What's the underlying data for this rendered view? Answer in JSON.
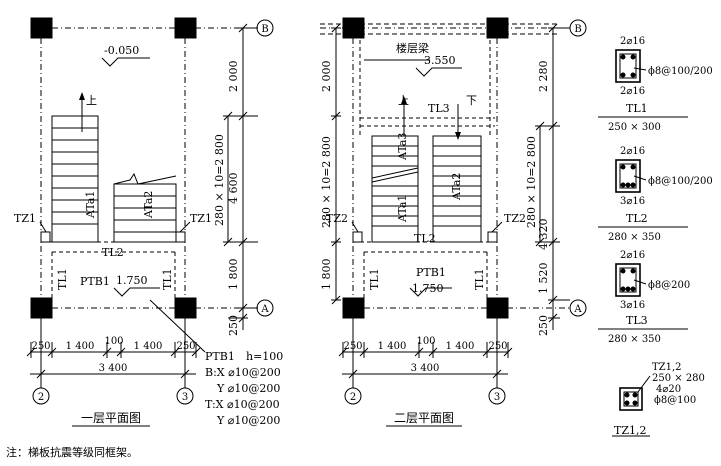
{
  "plan1": {
    "axis_top": "B",
    "axis_bottom": "A",
    "axis_left": "2",
    "axis_right": "3",
    "elev_top": "-0.050",
    "up_label": "上",
    "ata1": "ATa1",
    "ata2": "ATa2",
    "tz_left": "TZ1",
    "tz_right": "TZ1",
    "tl2": "TL2",
    "tl1_left": "TL1",
    "tl1_right": "TL1",
    "ptb1": "PTB1",
    "elev_landing": "1.750",
    "dim_right_top": "2 000",
    "dim_right_stair": "280 × 10=2 800",
    "dim_right_total": "4 600",
    "dim_right_landing": "1 800",
    "dim_right_bottom": "250",
    "dim_b_250a": "250",
    "dim_b_1400a": "1 400",
    "dim_b_100": "100",
    "dim_b_1400b": "1 400",
    "dim_b_250b": "250",
    "dim_b_total": "3 400",
    "title": "一层平面图"
  },
  "ptb_note": {
    "line1": "PTB1",
    "h_label": "h=100",
    "line2": "B:X ⌀10@200",
    "line3": "Y ⌀10@200",
    "line4": "T:X ⌀10@200",
    "line5": "Y ⌀10@200"
  },
  "plan2": {
    "axis_top": "B",
    "axis_bottom": "A",
    "axis_left": "2",
    "axis_right": "3",
    "floor_beam": "楼层梁",
    "elev_top": "3.550",
    "up_label": "上",
    "down_label": "下",
    "tl3": "TL3",
    "ata3": "ATa3",
    "ata1": "ATa1",
    "ata2": "ATa2",
    "tz_left": "TZ2",
    "tz_right": "TZ2",
    "tl2": "TL2",
    "tl1_left": "TL1",
    "tl1_right": "TL1",
    "ptb1": "PTB1",
    "elev_landing": "1.750",
    "dim_left_top": "2 000",
    "dim_left_stair": "280 × 10=2 800",
    "dim_left_landing": "1 800",
    "dim_right_top": "2 280",
    "dim_right_stair": "280 × 10=2 800",
    "dim_right_total": "4 320",
    "dim_right_landing": "1 520",
    "dim_right_bottom": "250",
    "dim_b_250a": "250",
    "dim_b_1400a": "1 400",
    "dim_b_100": "100",
    "dim_b_1400b": "1 400",
    "dim_b_250b": "250",
    "dim_b_total": "3 400",
    "title": "二层平面图"
  },
  "sections": {
    "tl1": {
      "top": "2⌀16",
      "stirrup": "ϕ8@100/200",
      "bottom": "2⌀16",
      "name": "TL1",
      "size": "250 × 300"
    },
    "tl2": {
      "top": "2⌀16",
      "stirrup": "ϕ8@100/200",
      "bottom": "3⌀16",
      "name": "TL2",
      "size": "280 × 350"
    },
    "tl3": {
      "top": "2⌀16",
      "stirrup": "ϕ8@200",
      "bottom": "3⌀16",
      "name": "TL3",
      "size": "280 × 350"
    },
    "tz": {
      "line1": "TZ1,2",
      "line2": "250 × 280",
      "line3": "4⌀20",
      "line4": "ϕ8@100",
      "name": "TZ1,2"
    }
  },
  "note": "注：梯板抗震等级同框架。"
}
